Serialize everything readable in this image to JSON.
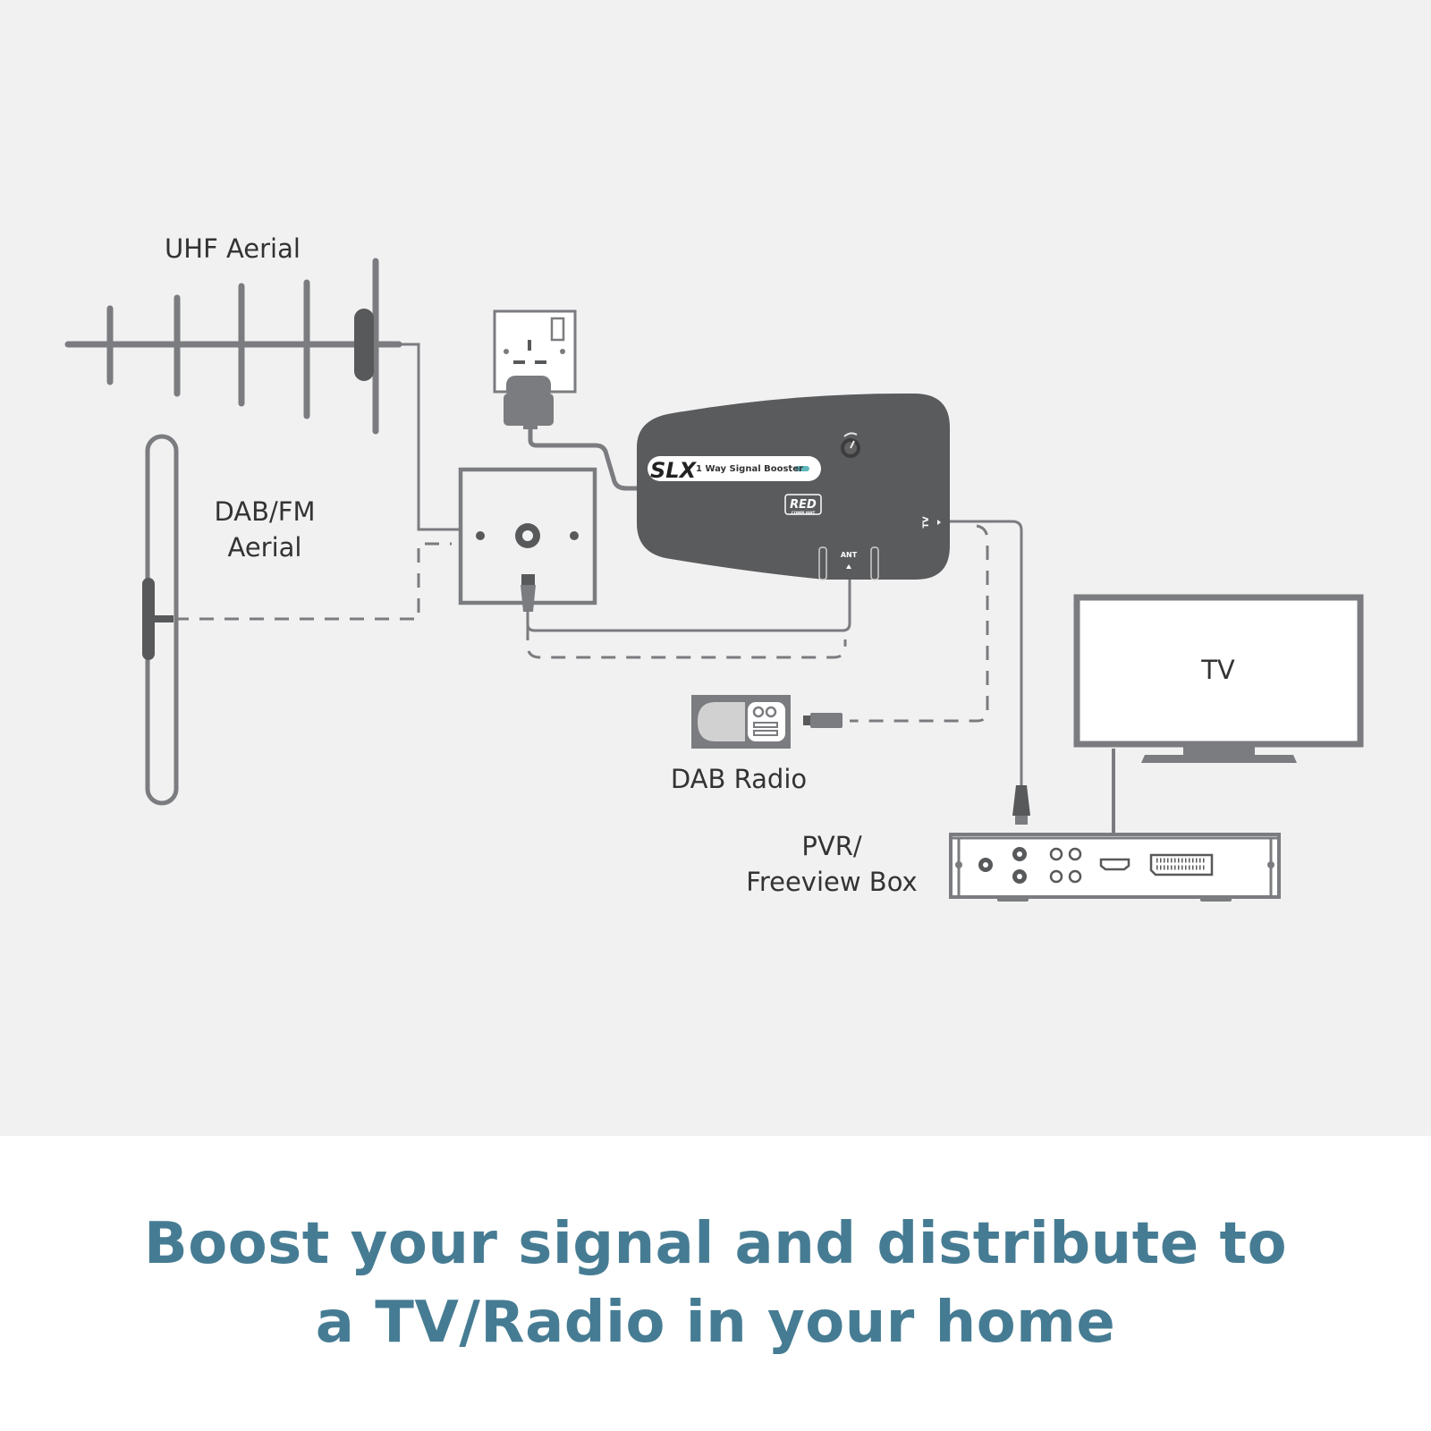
{
  "labels": {
    "uhf_aerial": "UHF Aerial",
    "dab_fm_line1": "DAB/FM",
    "dab_fm_line2": "Aerial",
    "tv": "TV",
    "dab_radio": "DAB Radio",
    "pvr_line1": "PVR/",
    "pvr_line2": "Freeview Box"
  },
  "booster": {
    "brand": "SLX",
    "product_name": "1 Way Signal Booster",
    "compliance_badge": "RED",
    "compliance_sub": "COMPLIANT",
    "ant_port": "ANT",
    "tv_port": "TV"
  },
  "caption": {
    "line1": "Boost your signal and distribute to",
    "line2": "a TV/Radio in your home"
  },
  "colors": {
    "panel_bg": "#f1f1f2",
    "device_gray": "#7b7c7f",
    "device_dark": "#58595b",
    "accent_teal": "#5fb8be",
    "caption_blue": "#467c93"
  },
  "icons": [
    "uhf-aerial-icon",
    "dab-fm-aerial-icon",
    "wall-socket-icon",
    "plug-icon",
    "wall-plate-icon",
    "signal-booster-icon",
    "dab-radio-icon",
    "tv-icon",
    "pvr-box-icon"
  ]
}
